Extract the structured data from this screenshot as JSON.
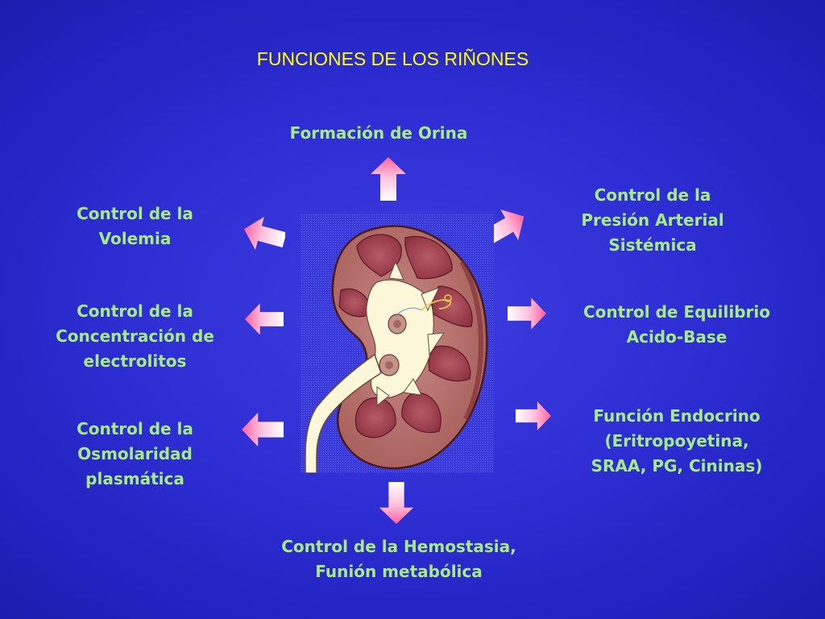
{
  "slide": {
    "title": "FUNCIONES DE LOS RIÑONES"
  },
  "functions": {
    "top": "Formación de Orina",
    "left_1": "Control de la\nVolemia",
    "left_2": "Control de la\nConcentración de\nelectrolitos",
    "left_3": "Control de la\nOsmolaridad\nplasmática",
    "right_1": "Control de la\nPresión Arterial\nSistémica",
    "right_2": "Control de Equilibrio\nAcido-Base",
    "right_3": "Función Endocrino\n(Eritropoyetina,\nSRAA, PG, Cininas)",
    "bottom": "Control de la Hemostasia,\nFunión metabólica"
  },
  "colors": {
    "background": "#2e2ed4",
    "title": "#ffff00",
    "labels": "#a6ec84",
    "arrow": "#ff6fa8"
  },
  "icons": [
    "kidney-illustration",
    "arrow-icon"
  ]
}
